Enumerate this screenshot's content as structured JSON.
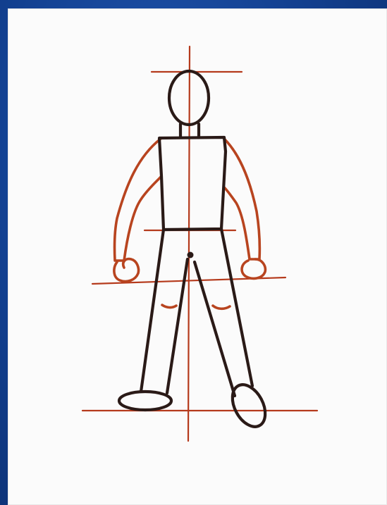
{
  "colors": {
    "frame": "#1447a0",
    "paper": "#fbfbfb",
    "guide_lines": "#b53a1c",
    "arms_and_knees": "#b8441f",
    "body_outline": "#2a1a17"
  },
  "illustration": {
    "subject": "stick-figure-proportion-sketch",
    "guides": [
      "vertical-center-line",
      "head-top-line",
      "waist-line",
      "hand-line",
      "feet-line"
    ]
  }
}
